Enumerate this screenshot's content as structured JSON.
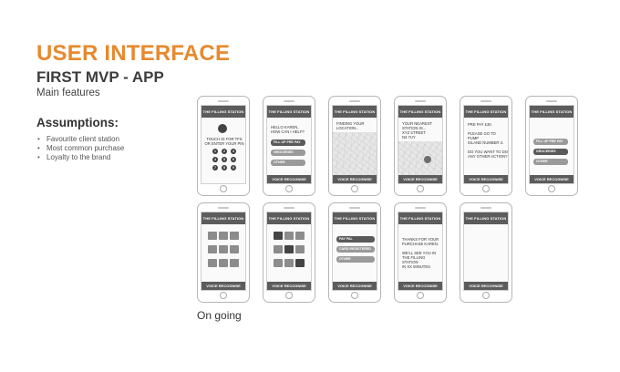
{
  "page": {
    "title": "USER INTERFACE",
    "subtitle": "FIRST MVP - APP",
    "section": "Main features",
    "assumptions_title": "Assumptions:",
    "assumptions": [
      "Favourite client station",
      "Most common purchase",
      "Loyalty to the brand"
    ],
    "ongoing": "On going"
  },
  "app": {
    "header": "THE FILLING STATION",
    "footer": "VOICE RECOGNISE"
  },
  "screens": {
    "s1": {
      "text": "TOUCH ID FOR TFS\nOR ENTER YOUR PIN",
      "keys": [
        "1",
        "2",
        "3",
        "4",
        "5",
        "6",
        "7",
        "8",
        "9"
      ]
    },
    "s2": {
      "text": "HELLO KAREN,\nHOW CAN I HELP?",
      "options": [
        "FILL UP PRE PAY",
        "GROCERIES",
        "OTHER"
      ]
    },
    "s3": {
      "text": "FINDING YOUR\nLOCATION..."
    },
    "s4": {
      "text": "YOUR NEAREST\nSTATION IS...\nXYZ STREET\nN3 7UY"
    },
    "s5": {
      "text": "PRE PAY £30.\n\nPLEASE GO TO PUMP\nISLAND NUMBER 3.\n\nDO YOU WANT TO DO\nANY OTHER ACTION?"
    },
    "s6": {
      "options": [
        "FILL UP PRE PAY",
        "GROCERIES",
        "OTHER"
      ]
    },
    "s9": {
      "options": [
        "PAY PAL",
        "CARD REGISTERED",
        "OTHER"
      ]
    },
    "s10": {
      "text": "THANKS FOR YOUR\nPURCHASE KAREN.\n\nWE'LL SEE YOU IN\nTHE FILLING STATION\nIN XX MINUTES"
    }
  },
  "colors": {
    "accent": "#e8892e",
    "bar": "#5c5c5c",
    "pill": "#9a9a9a",
    "pill_dark": "#5a5a5a"
  }
}
